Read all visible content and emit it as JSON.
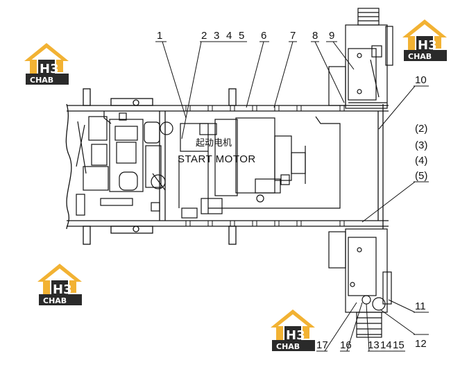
{
  "diagram": {
    "callouts_top": [
      "1",
      "2",
      "3",
      "4",
      "5",
      "6",
      "7",
      "8",
      "9"
    ],
    "callouts_right": [
      "10",
      "(2)",
      "(3)",
      "(4)",
      "(5)",
      "11",
      "12"
    ],
    "callouts_bottom": [
      "17",
      "16",
      "13",
      "14",
      "15"
    ],
    "component_label_cn": "起动电机",
    "component_label_en": "START MOTOR"
  },
  "watermark": {
    "glyph": "H3",
    "word": "CHAB"
  },
  "colors": {
    "line": "#111111",
    "logo_yellow": "#f2b233",
    "logo_dark": "#2a2a2a"
  }
}
